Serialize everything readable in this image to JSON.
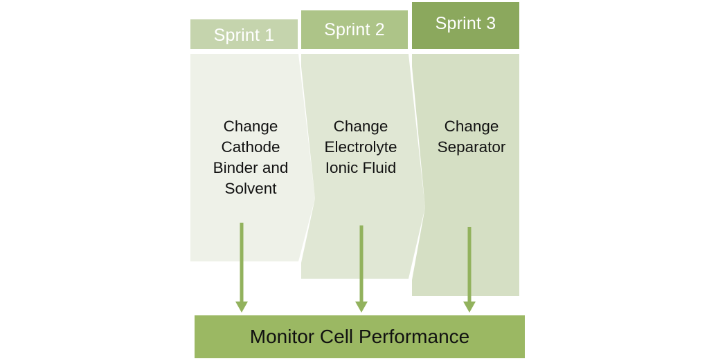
{
  "sprints": [
    {
      "label": "Sprint 1",
      "task": "Change\nCathode\nBinder and\nSolvent"
    },
    {
      "label": "Sprint 2",
      "task": "Change\nElectrolyte\nIonic Fluid"
    },
    {
      "label": "Sprint 3",
      "task": "Change\nSeparator"
    }
  ],
  "monitor": {
    "label": "Monitor Cell Performance"
  },
  "colors": {
    "header_1": "#c5d4ad",
    "header_2": "#adc488",
    "header_3": "#8ba85d",
    "panel_1": "#eef1e8",
    "panel_2": "#e0e7d4",
    "panel_3": "#d5dfc4",
    "arrow": "#92b25d",
    "monitor": "#9bb863"
  }
}
